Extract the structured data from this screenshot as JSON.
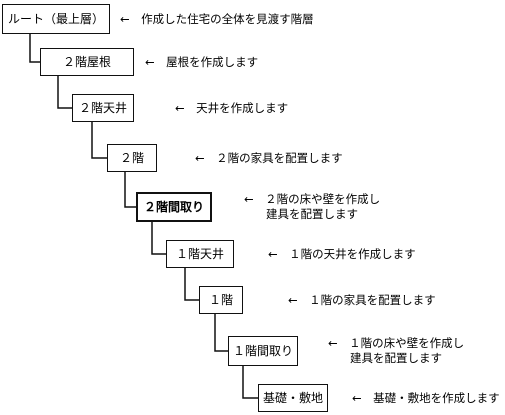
{
  "tree": {
    "nodes": [
      {
        "label": "ルート（最上層）",
        "note": "←　作成した住宅の全体を見渡す階層"
      },
      {
        "label": "２階屋根",
        "note": "←　屋根を作成します"
      },
      {
        "label": "２階天井",
        "note": "←　天井を作成します"
      },
      {
        "label": "２階",
        "note": "←　２階の家具を配置します"
      },
      {
        "label": "２階間取り",
        "note": "←　２階の床や壁を作成し\n建具を配置します",
        "emphasis": true
      },
      {
        "label": "１階天井",
        "note": "←　１階の天井を作成します"
      },
      {
        "label": "１階",
        "note": "←　１階の家具を配置します"
      },
      {
        "label": "１階間取り",
        "note": "←　１階の床や壁を作成し\n建具を配置します"
      },
      {
        "label": "基礎・敷地",
        "note": "←　基礎・敷地を作成します"
      }
    ]
  }
}
